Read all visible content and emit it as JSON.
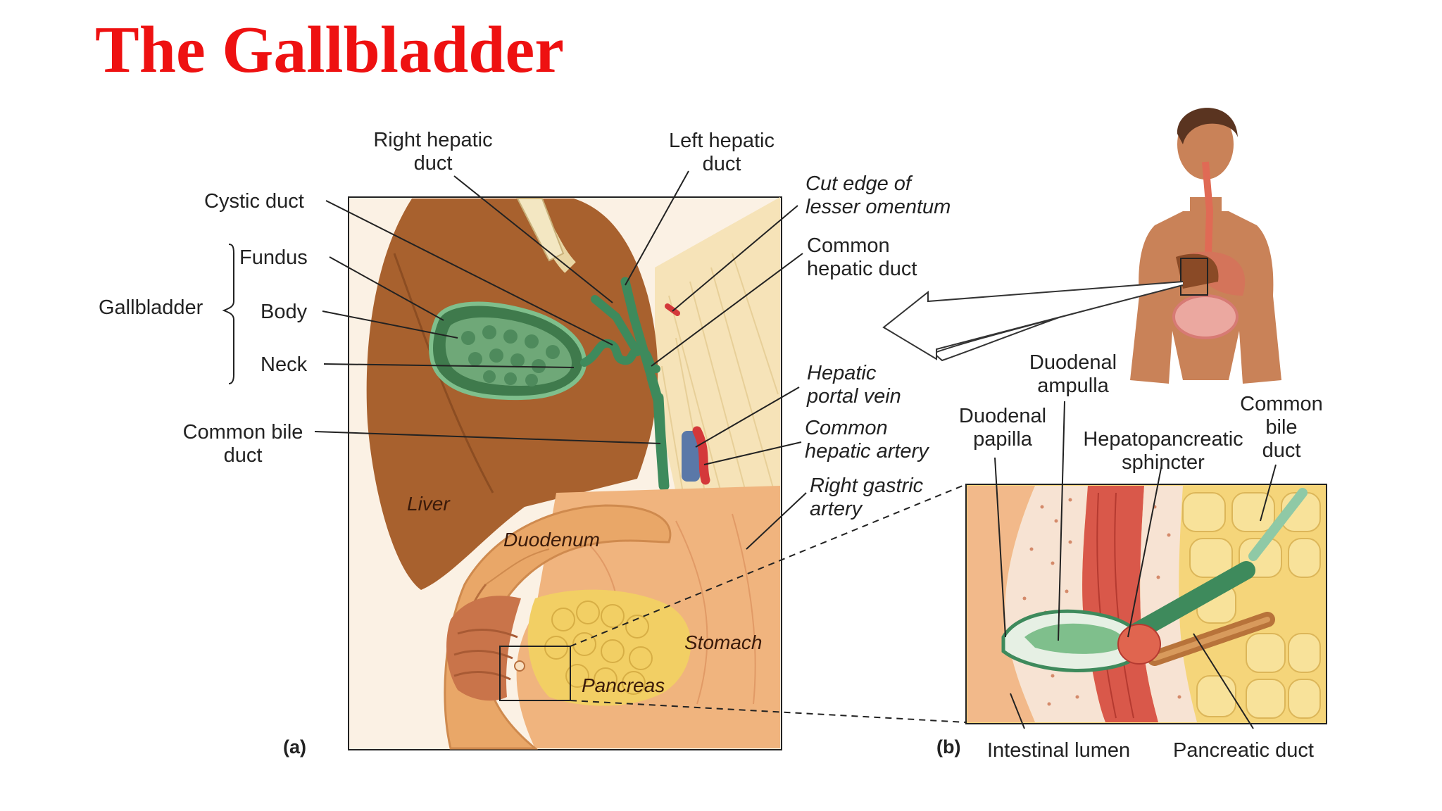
{
  "title": "The Gallbladder",
  "panel_a": {
    "tag": "(a)",
    "labels": {
      "right_hepatic_duct": [
        "Right hepatic",
        "duct"
      ],
      "left_hepatic_duct": [
        "Left hepatic",
        "duct"
      ],
      "cystic_duct": "Cystic duct",
      "gallbladder": "Gallbladder",
      "fundus": "Fundus",
      "body": "Body",
      "neck": "Neck",
      "common_bile_duct": [
        "Common bile",
        "duct"
      ],
      "cut_edge": [
        "Cut edge of",
        "lesser omentum"
      ],
      "common_hepatic_duct": [
        "Common",
        "hepatic duct"
      ],
      "hepatic_portal_vein": [
        "Hepatic",
        "portal vein"
      ],
      "common_hepatic_artery": [
        "Common",
        "hepatic artery"
      ],
      "right_gastric_artery": [
        "Right gastric",
        "artery"
      ],
      "liver": "Liver",
      "duodenum": "Duodenum",
      "stomach": "Stomach",
      "pancreas": "Pancreas"
    }
  },
  "panel_b": {
    "tag": "(b)",
    "labels": {
      "duodenal_ampulla": [
        "Duodenal",
        "ampulla"
      ],
      "duodenal_papilla": [
        "Duodenal",
        "papilla"
      ],
      "hepatopancreatic_sphincter": [
        "Hepatopancreatic",
        "sphincter"
      ],
      "common_bile_duct": [
        "Common",
        "bile",
        "duct"
      ],
      "intestinal_lumen": "Intestinal lumen",
      "pancreatic_duct": "Pancreatic duct"
    }
  },
  "colors": {
    "title": "#ee1111",
    "liver": "#a8612e",
    "gallbladder": "#5e9a6a",
    "duct": "#3e8a5c",
    "duodenum": "#e9a768",
    "pancreas": "#f2cf64",
    "artery": "#d4383a",
    "vein": "#5a78a8"
  }
}
